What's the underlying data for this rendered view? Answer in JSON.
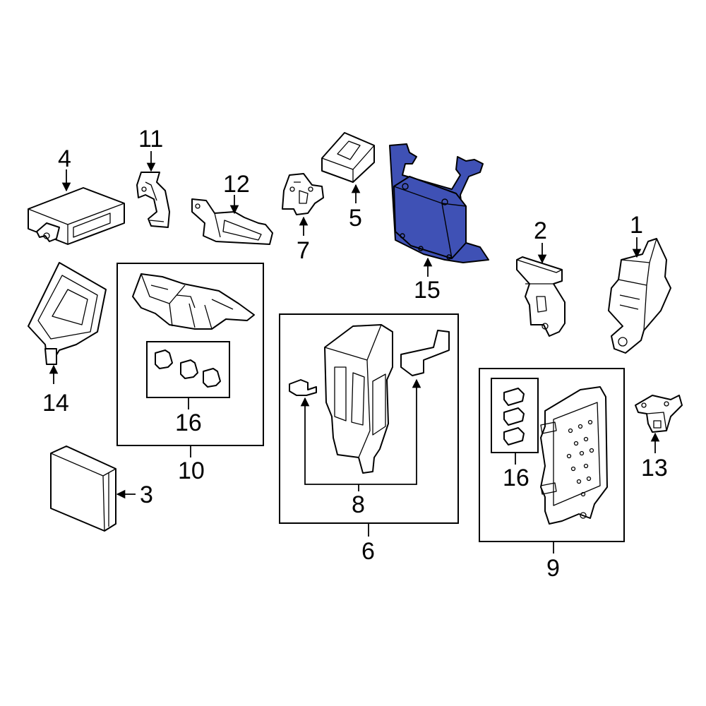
{
  "colors": {
    "highlight": "#3f51b5",
    "line": "#000000",
    "background": "#ffffff"
  },
  "callouts": {
    "c1": "1",
    "c2": "2",
    "c3": "3",
    "c4": "4",
    "c5": "5",
    "c6": "6",
    "c7": "7",
    "c8": "8",
    "c9": "9",
    "c10": "10",
    "c11": "11",
    "c12": "12",
    "c13": "13",
    "c14": "14",
    "c15": "15",
    "c16a": "16",
    "c16b": "16"
  },
  "highlighted_part": "15"
}
